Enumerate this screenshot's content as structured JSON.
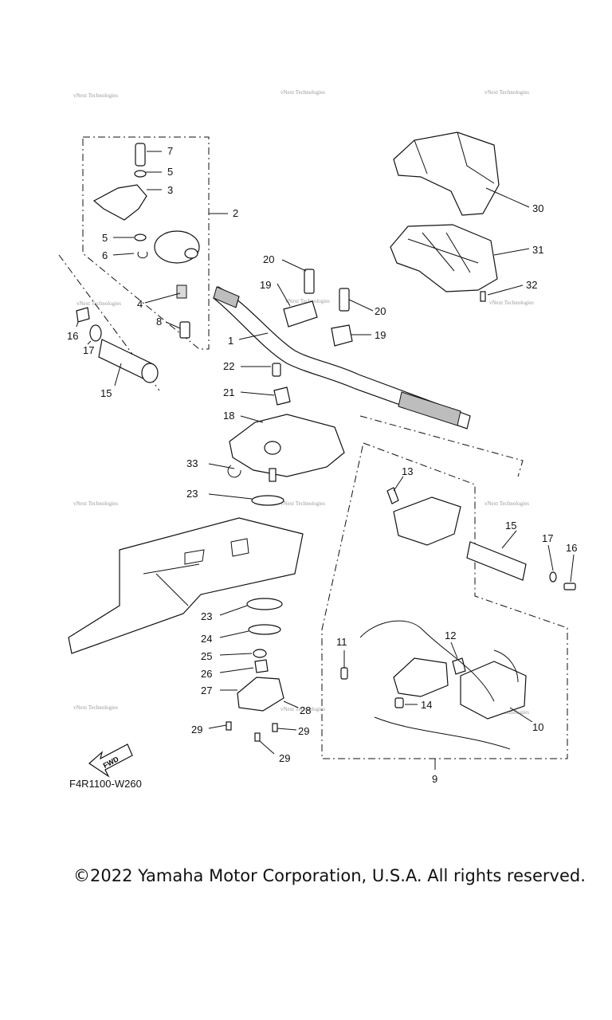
{
  "diagram_code": "F4R1100-W260",
  "copyright": "©2022 Yamaha Motor Corporation, U.S.A. All rights reserved.",
  "watermark_text": "vNext Technologies",
  "fwd_label": "FWD",
  "callouts": [
    "7",
    "5",
    "3",
    "2",
    "5",
    "6",
    "4",
    "8",
    "16",
    "17",
    "15",
    "1",
    "30",
    "31",
    "32",
    "20",
    "19",
    "20",
    "19",
    "22",
    "21",
    "18",
    "33",
    "23",
    "13",
    "15",
    "17",
    "16",
    "23",
    "24",
    "25",
    "26",
    "27",
    "28",
    "29",
    "29",
    "29",
    "11",
    "12",
    "14",
    "10",
    "9"
  ]
}
